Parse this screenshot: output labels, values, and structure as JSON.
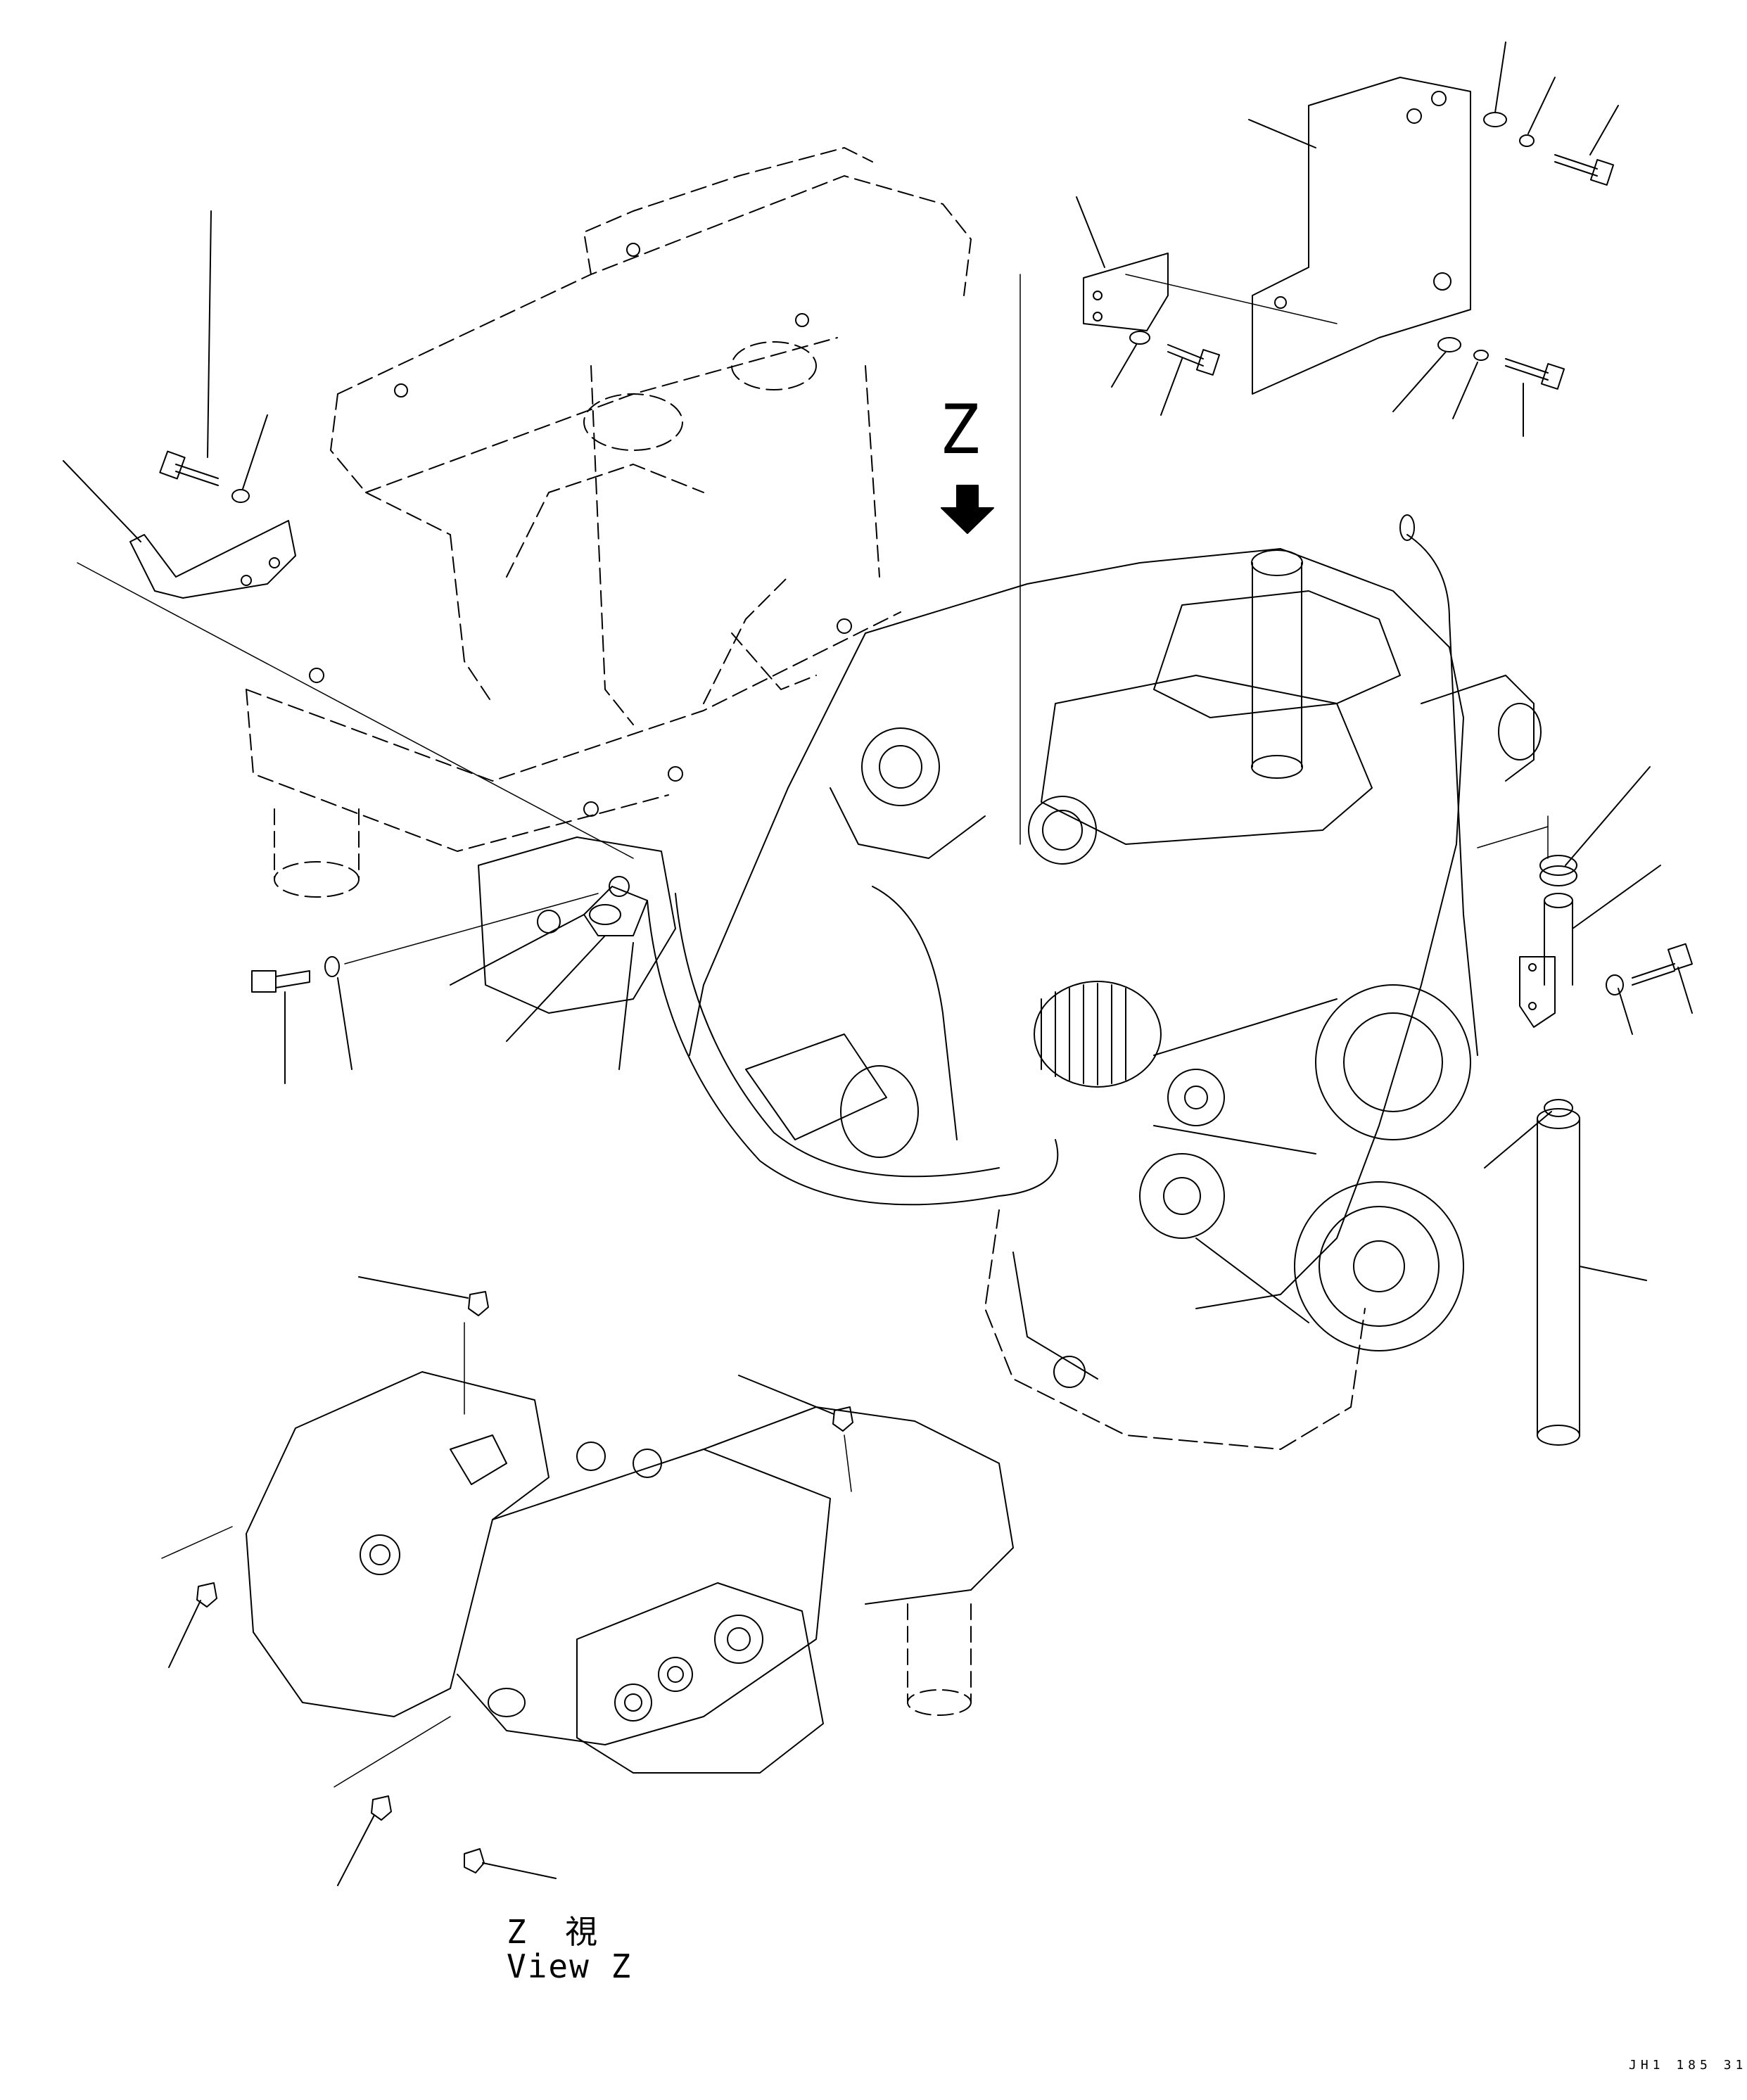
{
  "view_marker": {
    "letter": "Z"
  },
  "caption": {
    "japanese": "Z  視",
    "english": "View Z"
  },
  "drawing_code": "JH1 185 31",
  "colors": {
    "ink": "#000000",
    "paper": "#ffffff"
  },
  "icons": [
    "down-arrow-icon"
  ]
}
